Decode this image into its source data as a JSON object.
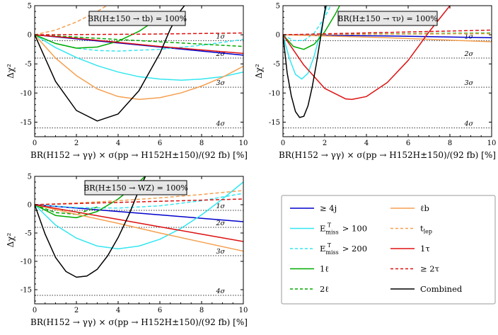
{
  "chart_data": [
    {
      "type": "line",
      "title": "BR(H±150 → tb) = 100%",
      "xlabel": "BR(H152 → γγ) × σ(pp → H152H±150)/(92 fb) [%]",
      "ylabel": "Δχ²",
      "xlim": [
        0,
        10
      ],
      "ylim": [
        -17.5,
        5
      ],
      "grid": false,
      "xticks": [
        "0",
        "2",
        "4",
        "6",
        "8",
        "10"
      ],
      "yticks": [
        "5",
        "0",
        "-5",
        "-10",
        "-15"
      ],
      "sigma_lines": [
        {
          "label": "1σ",
          "y": -1
        },
        {
          "label": "2σ",
          "y": -4
        },
        {
          "label": "3σ",
          "y": -9
        },
        {
          "label": "4σ",
          "y": -16
        }
      ],
      "series": [
        {
          "name": "≥ 4j",
          "color": "#0000cc",
          "dash": "solid",
          "x": [
            0,
            2,
            4,
            6,
            8,
            10
          ],
          "y": [
            0,
            -0.7,
            -1.4,
            -2.1,
            -2.8,
            -3.5
          ]
        },
        {
          "name": "E_miss^T > 100",
          "color": "#33e6f0",
          "dash": "solid",
          "x": [
            0,
            1,
            2,
            3,
            4,
            5,
            6,
            7,
            8,
            9,
            10
          ],
          "y": [
            0,
            -2.2,
            -3.9,
            -5.3,
            -6.4,
            -7.2,
            -7.6,
            -7.8,
            -7.6,
            -7.2,
            -6.4
          ]
        },
        {
          "name": "E_miss^T > 200",
          "color": "#33e6f0",
          "dash": "dashed",
          "x": [
            0,
            1,
            2,
            3,
            4,
            6,
            8,
            10
          ],
          "y": [
            0,
            -1.5,
            -2.3,
            -2.7,
            -2.8,
            -2.5,
            -1.8,
            -0.8
          ]
        },
        {
          "name": "1ℓ",
          "color": "#00aa00",
          "dash": "solid",
          "x": [
            0,
            1,
            2,
            3,
            4,
            5,
            6
          ],
          "y": [
            0,
            -1.5,
            -2.3,
            -2.1,
            -1.1,
            0.6,
            3.0
          ]
        },
        {
          "name": "2ℓ",
          "color": "#00aa00",
          "dash": "dashed",
          "x": [
            0,
            2,
            4,
            6,
            8,
            10
          ],
          "y": [
            0,
            -0.4,
            -0.8,
            -1.2,
            -1.6,
            -2.0
          ]
        },
        {
          "name": "ℓb",
          "color": "#f5a050",
          "dash": "solid",
          "x": [
            0,
            1,
            2,
            3,
            4,
            5,
            6,
            7,
            8,
            9,
            10
          ],
          "y": [
            0,
            -4.0,
            -7.0,
            -9.3,
            -10.6,
            -11.1,
            -10.8,
            -10.0,
            -8.8,
            -7.3,
            -5.4
          ]
        },
        {
          "name": "t_lep",
          "color": "#f5a050",
          "dash": "dashed",
          "x": [
            0,
            1,
            2,
            3,
            4
          ],
          "y": [
            0,
            0.8,
            2.2,
            4.0,
            6.2
          ]
        },
        {
          "name": "1τ",
          "color": "#dd1111",
          "dash": "solid",
          "x": [
            0,
            2,
            4,
            6,
            8,
            10
          ],
          "y": [
            0,
            -0.6,
            -1.3,
            -2.0,
            -2.6,
            -3.2
          ]
        },
        {
          "name": "≥ 2τ",
          "color": "#dd1111",
          "dash": "dashed",
          "x": [
            0,
            5,
            10
          ],
          "y": [
            0,
            0.1,
            0.3
          ]
        },
        {
          "name": "Combined",
          "color": "#000000",
          "dash": "solid",
          "x": [
            0,
            1,
            2,
            3,
            4,
            5,
            6,
            6.5,
            7,
            7.4
          ],
          "y": [
            0,
            -8.0,
            -13.0,
            -14.8,
            -13.6,
            -9.6,
            -3.2,
            1.0,
            4.2,
            6.0
          ]
        }
      ]
    },
    {
      "type": "line",
      "title": "BR(H±150 → τν) = 100%",
      "xlabel": "BR(H152 → γγ) × σ(pp → H152H±150)/(92 fb) [%]",
      "ylabel": "Δχ²",
      "xlim": [
        0,
        10
      ],
      "ylim": [
        -17.5,
        5
      ],
      "grid": false,
      "xticks": [
        "0",
        "2",
        "4",
        "6",
        "8",
        "10"
      ],
      "yticks": [
        "5",
        "0",
        "-5",
        "-10",
        "-15"
      ],
      "sigma_lines": [
        {
          "label": "1σ",
          "y": -1
        },
        {
          "label": "2σ",
          "y": -4
        },
        {
          "label": "3σ",
          "y": -9
        },
        {
          "label": "4σ",
          "y": -16
        }
      ],
      "series": [
        {
          "name": "≥ 4j",
          "color": "#0000cc",
          "dash": "solid",
          "x": [
            0,
            5,
            10
          ],
          "y": [
            0,
            -0.2,
            -0.5
          ]
        },
        {
          "name": "E_miss^T > 100",
          "color": "#33e6f0",
          "dash": "solid",
          "x": [
            0,
            0.3,
            0.6,
            0.9,
            1.2,
            1.5,
            1.8,
            2.1,
            2.4
          ],
          "y": [
            0,
            -4.0,
            -6.8,
            -7.6,
            -6.6,
            -3.6,
            0.5,
            5.0,
            8.0
          ]
        },
        {
          "name": "E_miss^T > 200",
          "color": "#33e6f0",
          "dash": "dashed",
          "x": [
            0,
            0.5,
            1.0,
            1.5,
            2.0,
            2.5
          ],
          "y": [
            0,
            -1.0,
            -1.0,
            0.3,
            3.0,
            6.5
          ]
        },
        {
          "name": "1ℓ",
          "color": "#00aa00",
          "dash": "solid",
          "x": [
            0,
            0.5,
            1.0,
            1.5,
            2.0,
            2.5,
            3.0
          ],
          "y": [
            0,
            -2.0,
            -2.5,
            -1.6,
            0.5,
            3.5,
            7.0
          ]
        },
        {
          "name": "2ℓ",
          "color": "#00aa00",
          "dash": "dashed",
          "x": [
            0,
            5,
            10
          ],
          "y": [
            0,
            0.15,
            0.3
          ]
        },
        {
          "name": "ℓb",
          "color": "#f5a050",
          "dash": "solid",
          "x": [
            0,
            5,
            10
          ],
          "y": [
            0,
            -0.5,
            -1.2
          ]
        },
        {
          "name": "t_lep",
          "color": "#f5a050",
          "dash": "dashed",
          "x": [
            0,
            5,
            10
          ],
          "y": [
            0,
            0.1,
            0.2
          ]
        },
        {
          "name": "1τ",
          "color": "#dd1111",
          "dash": "solid",
          "x": [
            0,
            1,
            2,
            3,
            3.3,
            4,
            5,
            6,
            7,
            8,
            9
          ],
          "y": [
            0,
            -5.2,
            -9.2,
            -11.0,
            -11.1,
            -10.6,
            -8.2,
            -4.4,
            0.5,
            5.0,
            8.0
          ]
        },
        {
          "name": "≥ 2τ",
          "color": "#dd1111",
          "dash": "dashed",
          "x": [
            0,
            5,
            10
          ],
          "y": [
            0,
            0.4,
            0.8
          ]
        },
        {
          "name": "Combined",
          "color": "#000000",
          "dash": "solid",
          "x": [
            0,
            0.2,
            0.4,
            0.6,
            0.8,
            1.0,
            1.2,
            1.4,
            1.6,
            1.8,
            2.0,
            2.3
          ],
          "y": [
            0,
            -6.5,
            -10.5,
            -13.2,
            -14.2,
            -14.0,
            -12.2,
            -9.0,
            -5.0,
            -0.5,
            4.0,
            9.0
          ]
        }
      ]
    },
    {
      "type": "line",
      "title": "BR(H±150 → WZ) = 100%",
      "xlabel": "BR(H152 → γγ) × σ(pp → H152H±150)/(92 fb) [%]",
      "ylabel": "Δχ²",
      "xlim": [
        0,
        10
      ],
      "ylim": [
        -17.5,
        5
      ],
      "grid": false,
      "xticks": [
        "0",
        "2",
        "4",
        "6",
        "8",
        "10"
      ],
      "yticks": [
        "5",
        "0",
        "-5",
        "-10",
        "-15"
      ],
      "sigma_lines": [
        {
          "label": "1σ",
          "y": -1
        },
        {
          "label": "2σ",
          "y": -4
        },
        {
          "label": "3σ",
          "y": -9
        },
        {
          "label": "4σ",
          "y": -16
        }
      ],
      "series": [
        {
          "name": "≥ 4j",
          "color": "#0000cc",
          "dash": "solid",
          "x": [
            0,
            2,
            4,
            6,
            8,
            10
          ],
          "y": [
            0,
            -0.6,
            -1.2,
            -1.8,
            -2.4,
            -3.0
          ]
        },
        {
          "name": "E_miss^T > 100",
          "color": "#33e6f0",
          "dash": "solid",
          "x": [
            0,
            1,
            2,
            3,
            4,
            5,
            6,
            7,
            8,
            9,
            10
          ],
          "y": [
            0,
            -3.6,
            -5.9,
            -7.3,
            -7.8,
            -7.3,
            -6.1,
            -4.2,
            -1.8,
            1.0,
            4.0
          ]
        },
        {
          "name": "E_miss^T > 200",
          "color": "#33e6f0",
          "dash": "dashed",
          "x": [
            0,
            2,
            4,
            6,
            8,
            10
          ],
          "y": [
            0,
            -0.5,
            -0.6,
            -0.2,
            0.7,
            2.0
          ]
        },
        {
          "name": "1ℓ",
          "color": "#00aa00",
          "dash": "solid",
          "x": [
            0,
            1,
            2,
            3,
            4,
            5,
            6
          ],
          "y": [
            0,
            -1.9,
            -2.3,
            -1.2,
            1.0,
            4.0,
            7.5
          ]
        },
        {
          "name": "2ℓ",
          "color": "#00aa00",
          "dash": "dashed",
          "x": [
            0,
            1,
            2,
            3
          ],
          "y": [
            0,
            -1.4,
            -1.7,
            -0.4
          ]
        },
        {
          "name": "ℓb",
          "color": "#f5a050",
          "dash": "solid",
          "x": [
            0,
            2,
            4,
            6,
            8,
            10
          ],
          "y": [
            0,
            -1.7,
            -3.3,
            -5.0,
            -6.6,
            -8.2
          ]
        },
        {
          "name": "t_lep",
          "color": "#f5a050",
          "dash": "dashed",
          "x": [
            0,
            2,
            4,
            6,
            8,
            10
          ],
          "y": [
            0,
            0.3,
            0.7,
            1.2,
            1.8,
            2.5
          ]
        },
        {
          "name": "1τ",
          "color": "#dd1111",
          "dash": "solid",
          "x": [
            0,
            2,
            4,
            6,
            8,
            10
          ],
          "y": [
            0,
            -1.3,
            -2.6,
            -3.9,
            -5.2,
            -6.5
          ]
        },
        {
          "name": "≥ 2τ",
          "color": "#dd1111",
          "dash": "dashed",
          "x": [
            0,
            5,
            10
          ],
          "y": [
            0,
            0.5,
            1.0
          ]
        },
        {
          "name": "Combined",
          "color": "#000000",
          "dash": "solid",
          "x": [
            0,
            0.5,
            1,
            1.5,
            2,
            2.5,
            3,
            3.5,
            4,
            4.5,
            5,
            5.5,
            6
          ],
          "y": [
            0,
            -5.2,
            -9.3,
            -11.8,
            -12.8,
            -12.6,
            -11.4,
            -9.0,
            -5.8,
            -1.9,
            2.6,
            6.5,
            9.0
          ]
        }
      ]
    }
  ],
  "legend": {
    "placement": "bottom-right",
    "entries": [
      {
        "label": "≥ 4j",
        "color": "#0000cc",
        "dash": "solid"
      },
      {
        "label": "ℓb",
        "color": "#f5a050",
        "dash": "solid"
      },
      {
        "label": "E_miss^T > 100",
        "color": "#33e6f0",
        "dash": "solid"
      },
      {
        "label": "t_lep",
        "color": "#f5a050",
        "dash": "dashed"
      },
      {
        "label": "E_miss^T > 200",
        "color": "#33e6f0",
        "dash": "dashed"
      },
      {
        "label": "1τ",
        "color": "#dd1111",
        "dash": "solid"
      },
      {
        "label": "1ℓ",
        "color": "#00aa00",
        "dash": "solid"
      },
      {
        "label": "≥ 2τ",
        "color": "#dd1111",
        "dash": "dashed"
      },
      {
        "label": "2ℓ",
        "color": "#00aa00",
        "dash": "dashed"
      },
      {
        "label": "Combined",
        "color": "#000000",
        "dash": "solid"
      }
    ]
  }
}
